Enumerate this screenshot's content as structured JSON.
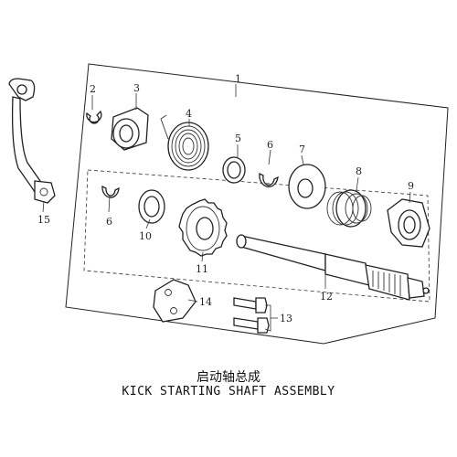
{
  "title_cn": "启动轴总成",
  "title_en": "KICK STARTING SHAFT ASSEMBLY",
  "callouts": [
    "1",
    "2",
    "3",
    "4",
    "5",
    "6",
    "6",
    "7",
    "8",
    "9",
    "10",
    "11",
    "12",
    "13",
    "14",
    "15"
  ]
}
